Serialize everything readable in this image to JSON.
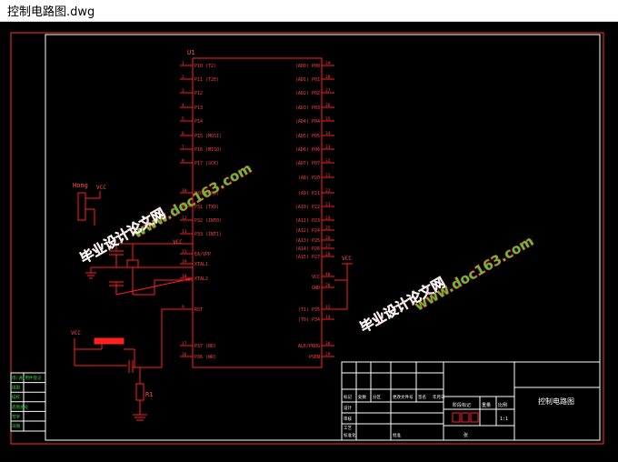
{
  "window": {
    "title": "控制电路图.dwg"
  },
  "drawing": {
    "colors": {
      "background": "#000000",
      "frame": "#ffffff",
      "wire": "#ff2020",
      "component": "#ff2020",
      "label": "#ff4040",
      "watermark_green": "#33dd33",
      "watermark_red": "#ff2a2a"
    },
    "chip": {
      "ref": "U1",
      "left_pins": [
        {
          "num": "1",
          "name": "P10 (T2)"
        },
        {
          "num": "2",
          "name": "P11 (T2E)"
        },
        {
          "num": "3",
          "name": "P12"
        },
        {
          "num": "4",
          "name": "P13"
        },
        {
          "num": "5",
          "name": "P14"
        },
        {
          "num": "6",
          "name": "P15 (MOSI)"
        },
        {
          "num": "7",
          "name": "P16 (MISO)"
        },
        {
          "num": "8",
          "name": "P17 (SCK)"
        },
        {
          "num": "10",
          "name": "P30 (RXD)"
        },
        {
          "num": "11",
          "name": "P31 (TXD)"
        },
        {
          "num": "12",
          "name": "P32 (INT0)"
        },
        {
          "num": "13",
          "name": "P33 (INT1)"
        },
        {
          "num": "31",
          "name": "EA/VPP"
        },
        {
          "num": "19",
          "name": "XTAL1"
        },
        {
          "num": "18",
          "name": "XTAL2"
        },
        {
          "num": "9",
          "name": "RST"
        },
        {
          "num": "17",
          "name": "P37 (RD)"
        },
        {
          "num": "16",
          "name": "P36 (WR)"
        }
      ],
      "right_pins": [
        {
          "num": "39",
          "name": "(AD0) P00"
        },
        {
          "num": "38",
          "name": "(AD1) P01"
        },
        {
          "num": "37",
          "name": "(AD2) P02"
        },
        {
          "num": "36",
          "name": "(AD3) P03"
        },
        {
          "num": "35",
          "name": "(AD4) P04"
        },
        {
          "num": "34",
          "name": "(AD5) P05"
        },
        {
          "num": "33",
          "name": "(AD6) P06"
        },
        {
          "num": "32",
          "name": "(AD7) P07"
        },
        {
          "num": "21",
          "name": "(A8) P20"
        },
        {
          "num": "22",
          "name": "(A9) P21"
        },
        {
          "num": "23",
          "name": "(A10) P22"
        },
        {
          "num": "24",
          "name": "(A11) P23"
        },
        {
          "num": "25",
          "name": "(A12) P24"
        },
        {
          "num": "26",
          "name": "(A13) P25"
        },
        {
          "num": "27",
          "name": "(A14) P26"
        },
        {
          "num": "28",
          "name": "(A15) P27"
        },
        {
          "num": "40",
          "name": "VCC"
        },
        {
          "num": "20",
          "name": "GND"
        },
        {
          "num": "15",
          "name": "(T1) P35"
        },
        {
          "num": "14",
          "name": "(T0) P34"
        },
        {
          "num": "30",
          "name": "ALE/PROG"
        },
        {
          "num": "29",
          "name": "PSEN"
        }
      ]
    },
    "labels": {
      "vcc": "VCC",
      "resistor": "R1",
      "header": "Hong"
    },
    "watermarks": {
      "site": "www.doc163.com",
      "brand": "毕业设计论文网"
    },
    "title_block": {
      "drawing_name": "控制电路图",
      "scale": "1:1",
      "sheet_label": "张",
      "marks": [
        "标记",
        "处数",
        "分区",
        "更改文件号",
        "签名",
        "年月日"
      ],
      "rows": [
        "设计",
        "审核",
        "工艺",
        "标准化",
        "批准"
      ],
      "stage_label": "阶段标记",
      "weight_label": "重量",
      "ratio_label": "比例"
    },
    "side_table": {
      "rows": [
        "借(通)用件登记",
        "描图",
        "描校",
        "底图总号",
        "签字",
        "日期"
      ]
    }
  }
}
